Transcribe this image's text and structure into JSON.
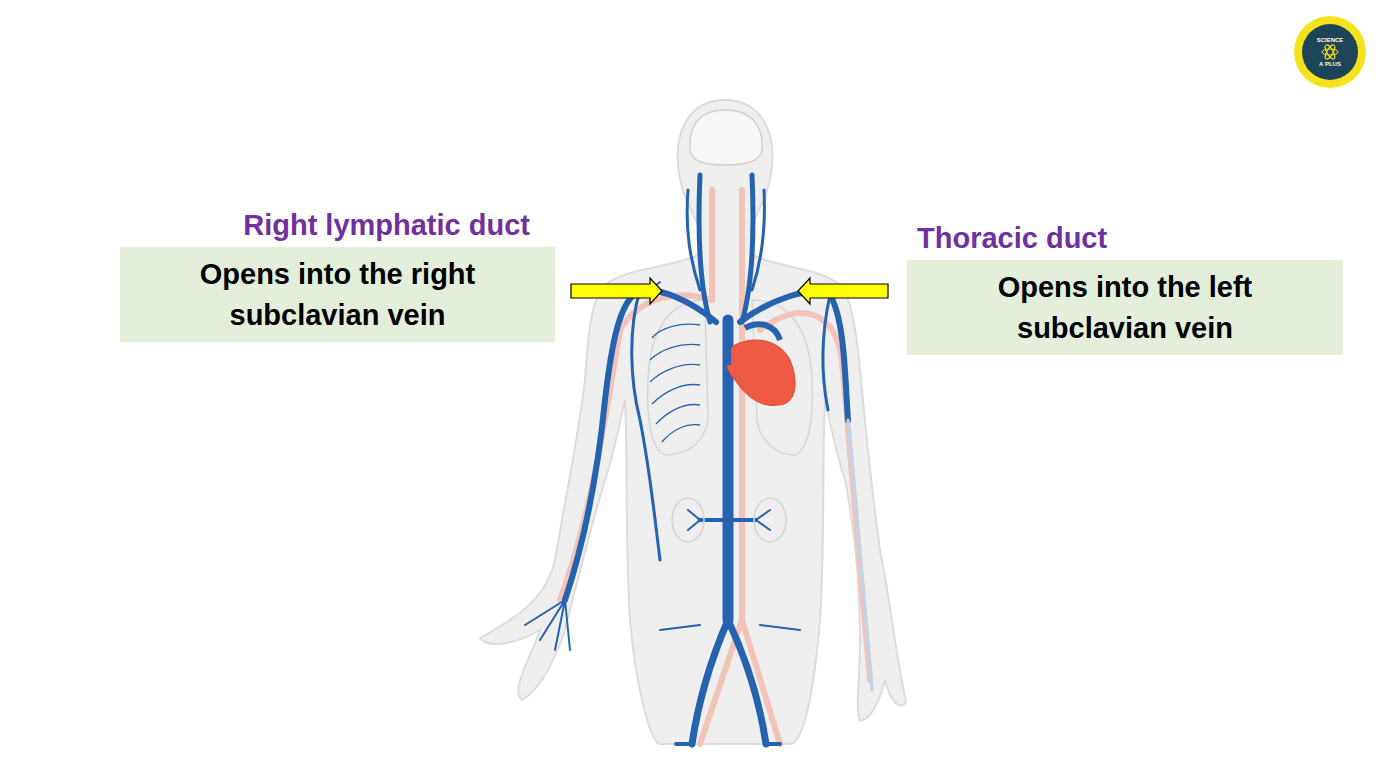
{
  "diagram": {
    "nodes": [
      {
        "text": [
          "Right lymphatic duct",
          "Opens into the right subclavian vein"
        ]
      },
      {
        "text": [
          "Thoracic duct",
          "Opens into the left subclavian vein"
        ]
      }
    ],
    "labels": [
      "SCIENCE",
      "A PLUS"
    ]
  }
}
